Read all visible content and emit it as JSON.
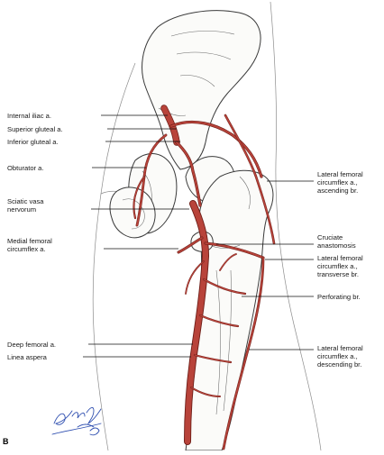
{
  "figure": {
    "panel_label": "B",
    "signature_text": "Gary Wind MD"
  },
  "labels_left": [
    "Internal iliac a.",
    "Superior gluteal a.",
    "Inferior gluteal a.",
    "Obturator a.",
    "Sciatic vasa",
    "nervorum",
    "Medial femoral",
    "circumflex a.",
    "Deep femoral a.",
    "Linea aspera"
  ],
  "labels_right": [
    "Lateral femoral",
    "circumflex a.,",
    "ascending br.",
    "Cruciate",
    "anastomosis",
    "Lateral femoral",
    "circumflex a.,",
    "transverse br.",
    "Perforating br.",
    "Lateral femoral",
    "circumflex a.,",
    "descending br."
  ],
  "colors": {
    "artery": "#b8433a",
    "artery_outline": "#6e1e18",
    "bone_fill": "#fbfbf9",
    "outline": "#3a3a3a",
    "signature": "#2f4fb0"
  }
}
